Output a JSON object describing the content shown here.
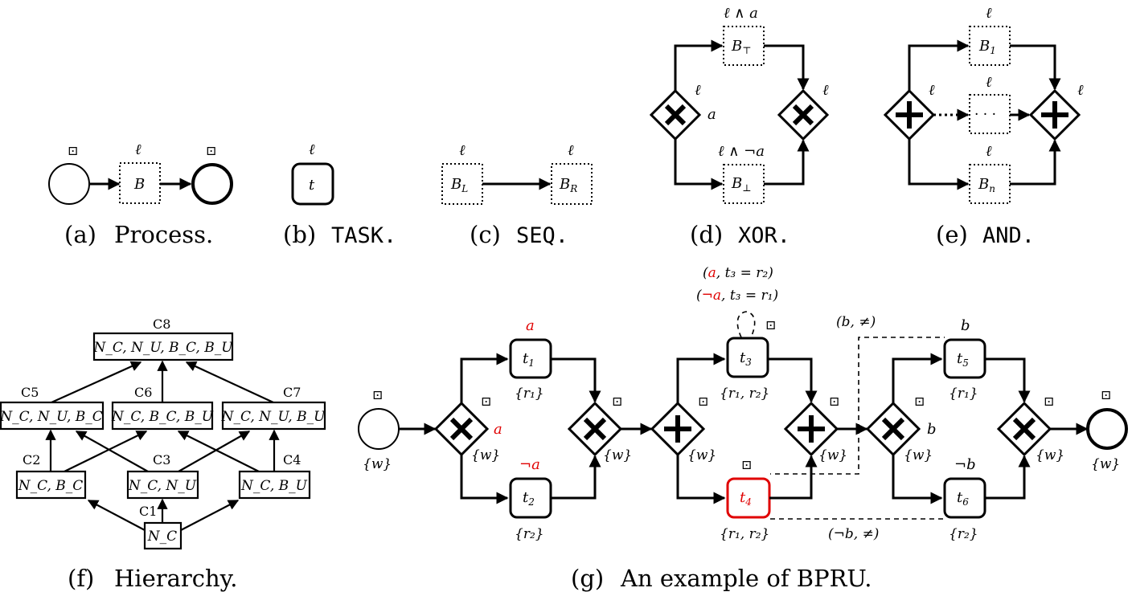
{
  "captions": {
    "a_label": "(a)",
    "a_text": "Process.",
    "b_label": "(b)",
    "b_text": "TASK.",
    "c_label": "(c)",
    "c_text": "SEQ.",
    "d_label": "(d)",
    "d_text": "XOR.",
    "e_label": "(e)",
    "e_text": "AND.",
    "f_label": "(f)",
    "f_text": "Hierarchy.",
    "g_label": "(g)",
    "g_text": "An example of BPRU."
  },
  "symbols": {
    "ell": "ℓ",
    "boxdot": "⊡",
    "dots": "· · ·",
    "a": "a",
    "ell_and_a": "ℓ ∧ a",
    "ell_and_not_a": "ℓ ∧ ¬a"
  },
  "panel_a": {
    "block": "B"
  },
  "panel_b": {
    "task": "t"
  },
  "panel_c": {
    "left_base": "B",
    "left_sub": "L",
    "right_base": "B",
    "right_sub": "R"
  },
  "panel_d": {
    "top_base": "B",
    "top_sub": "⊤",
    "bottom_base": "B",
    "bottom_sub": "⊥"
  },
  "panel_e": {
    "b1_base": "B",
    "b1_sub": "1",
    "bn_base": "B",
    "bn_sub": "n"
  },
  "hierarchy": {
    "c1": "C1",
    "c2": "C2",
    "c3": "C3",
    "c4": "C4",
    "c5": "C5",
    "c6": "C6",
    "c7": "C7",
    "c8": "C8",
    "n1": "N_C",
    "n2": "N_C, B_C",
    "n3": "N_C, N_U",
    "n4": "N_C, B_U",
    "n5": "N_C, N_U, B_C",
    "n6": "N_C, B_C, B_U",
    "n7": "N_C, N_U, B_U",
    "n8": "N_C, N_U, B_C, B_U"
  },
  "bpru": {
    "t1": "1",
    "t2": "2",
    "t3": "3",
    "t4": "4",
    "t5": "5",
    "t6": "6",
    "t_base": "t",
    "w": "{w}",
    "r1": "{r₁}",
    "r2": "{r₂}",
    "r12": "{r₁, r₂}",
    "a": "a",
    "not_a": "¬a",
    "b": "b",
    "not_b": "¬b",
    "c_top_1_pre": "(",
    "c_top_1_red": "a",
    "c_top_1_post": ", t₃ = r₂)",
    "c_top_2_pre": "(",
    "c_top_2_red": "¬a",
    "c_top_2_post": ", t₃ = r₁)",
    "c_b": "(b, ≠)",
    "c_not_b": "(¬b, ≠)"
  },
  "colors": {
    "highlight": "#e00000",
    "stroke": "#000000"
  }
}
